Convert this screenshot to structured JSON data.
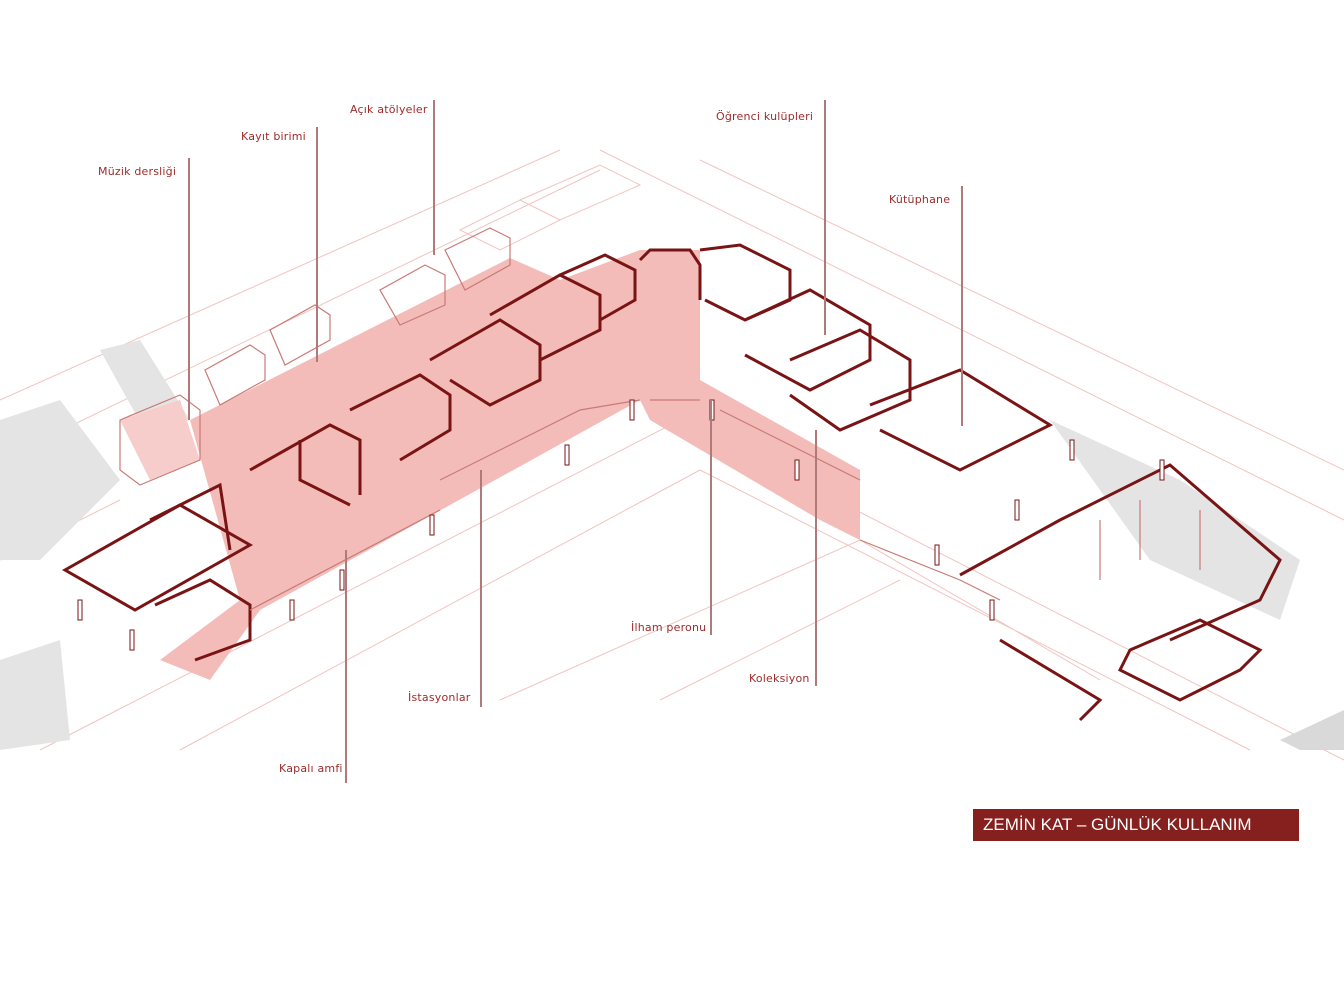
{
  "title": "ZEMİN KAT – GÜNLÜK KULLANIM",
  "labels": {
    "muzik": "Müzik dersliği",
    "kayit": "Kayıt birimi",
    "acik": "Açık atölyeler",
    "ogrenci": "Öğrenci kulüpleri",
    "kutuphane": "Kütüphane",
    "ilham": "İlham peronu",
    "koleksiyon": "Koleksiyon",
    "istasyonlar": "İstasyonlar",
    "amfi": "Kapalı amfi"
  },
  "colors": {
    "accent": "#86201f",
    "wall": "#7a1414",
    "floor": "#f2b8b4",
    "site": "#f0c4c0",
    "label": "#9c2b2b"
  }
}
